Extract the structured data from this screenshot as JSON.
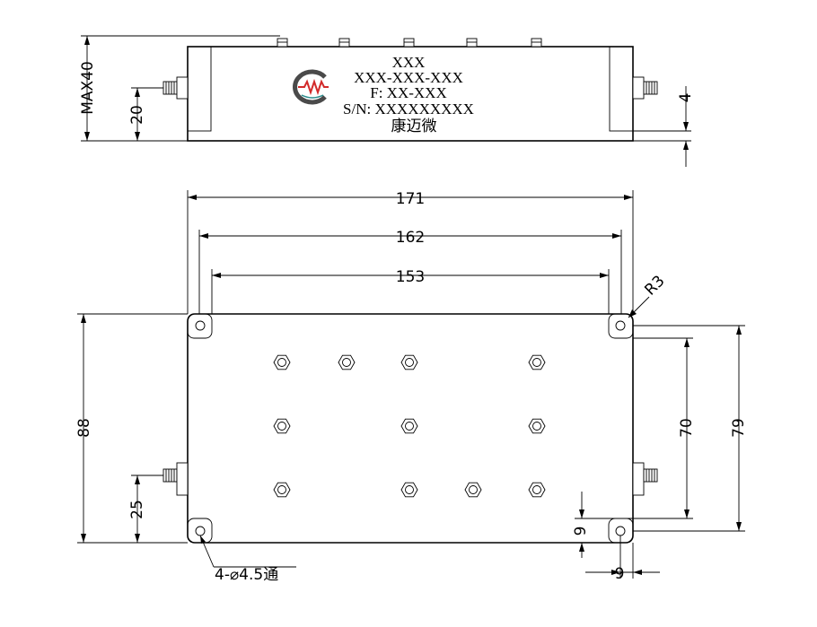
{
  "label_block": {
    "line1": "XXX",
    "line2": "XXX-XXX-XXX",
    "line3": "F: XX-XXX",
    "line4": "S/N: XXXXXXXXX",
    "line5": "康迈微"
  },
  "dimensions": {
    "max_height": "MAX40",
    "connector_height": "20",
    "flange_offset": "4",
    "overall_length": "171",
    "mid_length": "162",
    "hole_spacing_length": "153",
    "corner_radius": "R3",
    "overall_width": "88",
    "hole_spacing_width": "70",
    "flange_width": "79",
    "connector_offset": "25",
    "hole_offset_v": "9",
    "hole_offset_h": "9",
    "hole_note": "4-⌀4.5通"
  },
  "colors": {
    "logo_red": "#d22a2a",
    "logo_gray": "#4a4a4a",
    "logo_teal": "#2a8c8c"
  },
  "icons": {
    "logo": "company-logo"
  }
}
